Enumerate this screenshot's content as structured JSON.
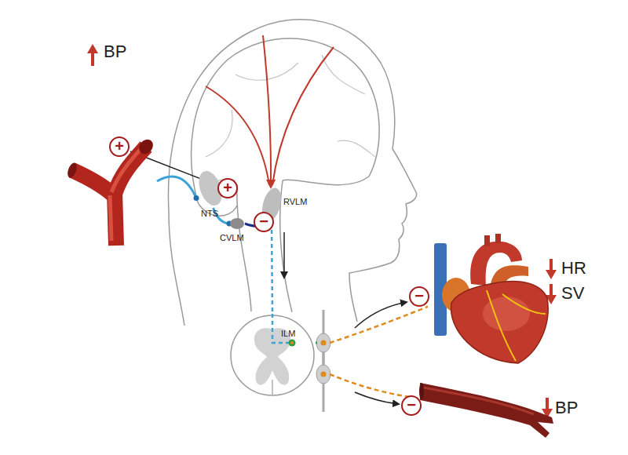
{
  "diagram": {
    "nodes": [
      {
        "text": [
          "BP"
        ]
      },
      {
        "text": [
          "NTS"
        ]
      },
      {
        "text": [
          "CVLM"
        ]
      },
      {
        "text": [
          "RVLM"
        ]
      },
      {
        "text": [
          "ILM"
        ]
      },
      {
        "text": [
          "HR",
          "SV"
        ]
      },
      {
        "text": [
          "BP"
        ]
      }
    ],
    "edges": [
      {
        "from": 0,
        "to": 1,
        "arrow": "none"
      },
      {
        "from": 1,
        "to": 2,
        "arrow": "none"
      },
      {
        "from": 2,
        "to": 3,
        "arrow": "none"
      },
      {
        "from": 3,
        "to": 4,
        "arrow": "none"
      },
      {
        "from": 4,
        "to": 5,
        "arrow": "none"
      },
      {
        "from": 4,
        "to": 6,
        "arrow": "none"
      }
    ],
    "labels": [
      "+",
      "+",
      "−",
      "−",
      "−"
    ]
  }
}
